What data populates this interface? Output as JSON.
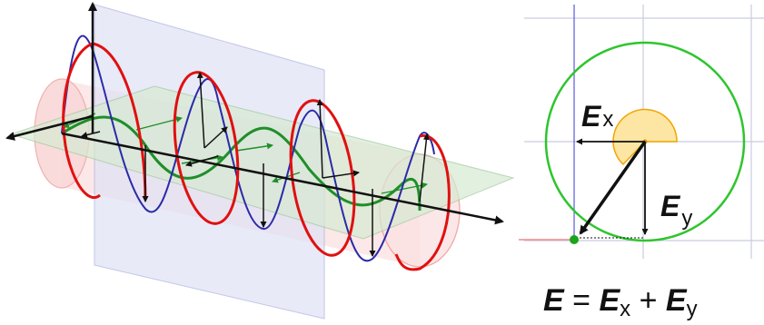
{
  "left_figure": {
    "colors": {
      "helix": "#e01010",
      "vertical_wave": "#2a2aa8",
      "horizontal_wave": "#1f8f2a",
      "vertical_plane": "#c9cde8",
      "horizontal_plane": "#cfe3c9",
      "cylinder": "#f7c9c9",
      "axis": "#111111"
    }
  },
  "right_figure": {
    "labels": {
      "ex_main": "E",
      "ex_sub": "x",
      "ey_main": "E",
      "ey_sub": "y"
    },
    "equation": {
      "lhs": "E",
      "equals": "=",
      "term1": "E",
      "term1_sub": "x",
      "plus": "+",
      "term2": "E",
      "term2_sub": "y"
    },
    "colors": {
      "circle": "#2ec52e",
      "grid": "#c9cce0",
      "angle_fill": "#fde6a3",
      "angle_stroke": "#f0a500",
      "vector": "#111111",
      "tip_dot": "#1aa51a"
    }
  }
}
